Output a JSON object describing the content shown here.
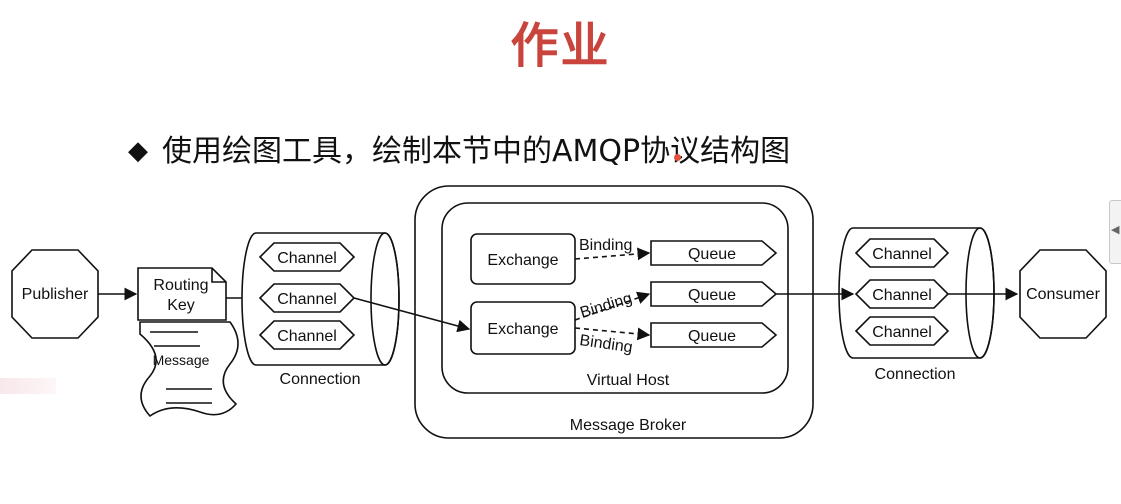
{
  "slide": {
    "title": "作业",
    "bullet_symbol": "◆",
    "bullet_text": "使用绘图工具，绘制本节中的AMQP协议结构图"
  },
  "diagram": {
    "publisher": "Publisher",
    "routing_key": [
      "Routing",
      "Key"
    ],
    "message": "Message",
    "left_connection": {
      "label": "Connection",
      "channels": [
        "Channel",
        "Channel",
        "Channel"
      ]
    },
    "broker": {
      "label": "Message Broker",
      "virtual_host": "Virtual Host",
      "exchanges": [
        "Exchange",
        "Exchange"
      ],
      "bindings": [
        "Binding",
        "Binding",
        "Binding"
      ],
      "queues": [
        "Queue",
        "Queue",
        "Queue"
      ]
    },
    "right_connection": {
      "label": "Connection",
      "channels": [
        "Channel",
        "Channel",
        "Channel"
      ]
    },
    "consumer": "Consumer"
  },
  "colors": {
    "title": "#c9443c",
    "stroke": "#111111",
    "fill": "#ffffff",
    "pointer_dot": "#e0503a"
  },
  "icons": {
    "bullet": "diamond-bullet-icon",
    "side_tab": "chevron-left-icon"
  }
}
